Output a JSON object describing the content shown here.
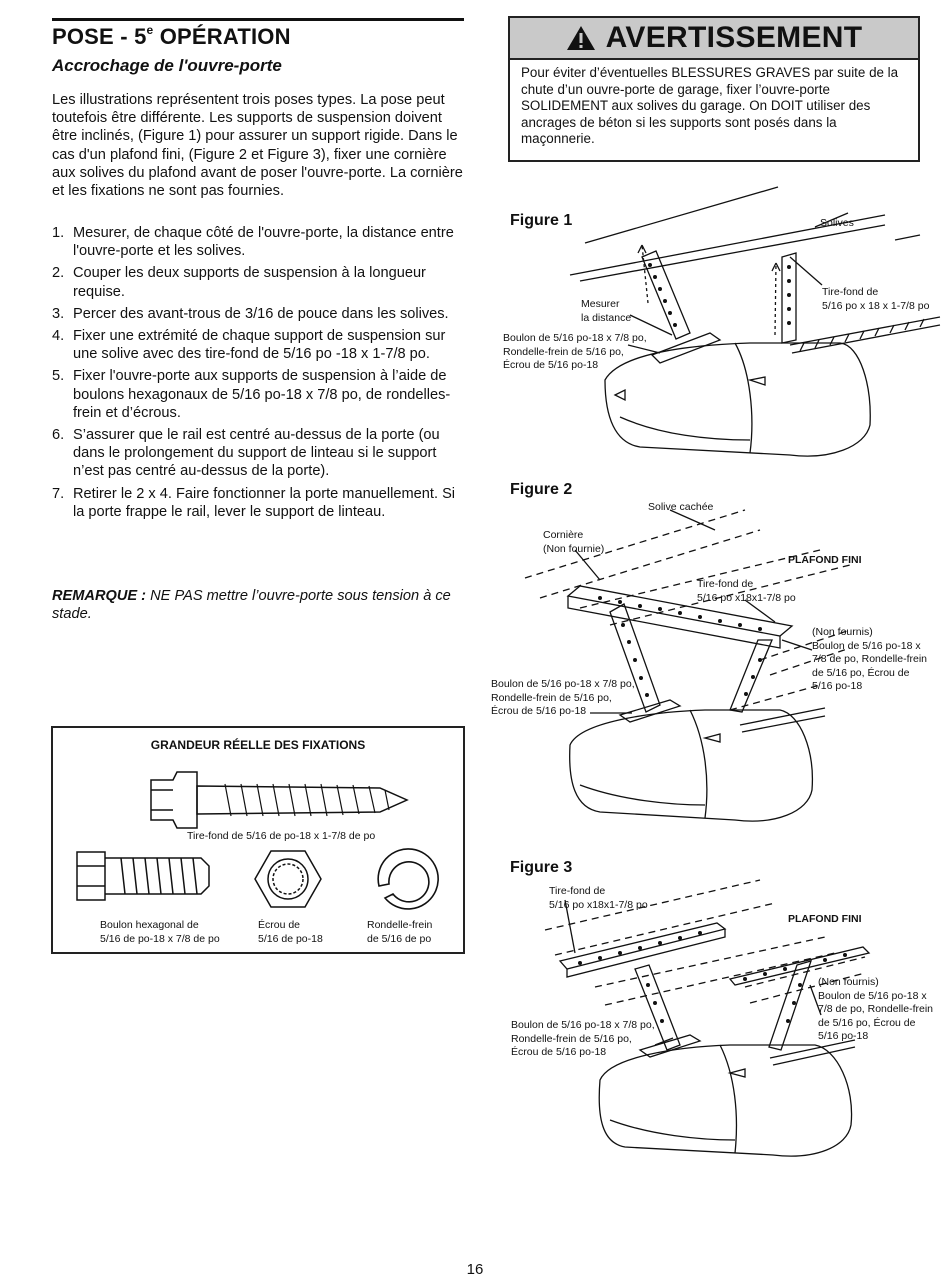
{
  "header": {
    "title_prefix": "POSE - 5",
    "title_sup": "e",
    "title_suffix": " OPÉRATION",
    "subtitle": "Accrochage de l'ouvre-porte"
  },
  "intro": "Les illustrations représentent trois poses types. La pose peut toutefois être différente. Les supports de suspension doivent être inclinés, (Figure 1) pour assurer un support rigide. Dans le cas d'un plafond fini, (Figure 2 et Figure 3), fixer une cornière aux solives du plafond avant de poser l'ouvre-porte. La cornière et les fixations ne sont pas fournies.",
  "steps": [
    {
      "num": "1.",
      "text": "Mesurer, de chaque côté de l'ouvre-porte, la distance entre l'ouvre-porte et les solives."
    },
    {
      "num": "2.",
      "text": "Couper les deux supports de suspension à la longueur requise."
    },
    {
      "num": "3.",
      "text": "Percer des avant-trous de 3/16 de pouce dans les solives."
    },
    {
      "num": "4.",
      "text": "Fixer une extrémité de chaque support de suspension sur une solive avec des tire-fond de 5/16 po -18 x 1-7/8 po."
    },
    {
      "num": "5.",
      "text": "Fixer l'ouvre-porte aux supports de suspension à l’aide de boulons hexagonaux de 5/16 po-18 x 7/8 po, de rondelles-frein et d’écrous."
    },
    {
      "num": "6.",
      "text": "S’assurer que le rail est centré au-dessus de la porte (ou dans le prolongement du support de linteau si le support n’est pas centré au-dessus de la porte)."
    },
    {
      "num": "7.",
      "text": "Retirer le 2 x 4. Faire fonctionner la porte manuellement. Si la porte frappe le rail, lever le support de linteau."
    }
  ],
  "remark": {
    "label": "REMARQUE :",
    "text": " NE PAS mettre l’ouvre-porte sous tension à ce stade."
  },
  "warning": {
    "title": "AVERTISSEMENT",
    "text": "Pour éviter d’éventuelles BLESSURES GRAVES par suite de la chute d’un ouvre-porte de garage, fixer l’ouvre-porte SOLIDEMENT aux solives du garage. On DOIT utiliser des ancrages de béton si les supports sont posés dans la maçonnerie."
  },
  "figure1": {
    "label": "Figure 1",
    "solives": "Solives",
    "tirefond": [
      "Tire-fond de",
      "5/16 po x 18 x 1-7/8 po"
    ],
    "mesurer": [
      "Mesurer",
      "la distance"
    ],
    "boulon": [
      "Boulon de 5/16 po-18 x 7/8 po,",
      "Rondelle-frein de 5/16 po,",
      "Écrou de 5/16 po-18"
    ]
  },
  "figure2": {
    "label": "Figure 2",
    "solive_cachee": "Solive cachée",
    "corniere": [
      "Cornière",
      "(Non fournie)"
    ],
    "plafond": "PLAFOND FINI",
    "tirefond": [
      "Tire-fond de",
      "5/16 po x18x1-7/8 po"
    ],
    "non_fournis": [
      "(Non fournis)",
      "Boulon de 5/16 po-18 x",
      "7/8 de po, Rondelle-frein",
      "de 5/16 po, Écrou de",
      "5/16 po-18"
    ],
    "boulon": [
      "Boulon de 5/16 po-18 x 7/8 po,",
      "Rondelle-frein de 5/16 po,",
      "Écrou de 5/16 po-18"
    ]
  },
  "figure3": {
    "label": "Figure 3",
    "tirefond": [
      "Tire-fond de",
      "5/16 po x18x1-7/8 po"
    ],
    "plafond": "PLAFOND FINI",
    "non_fournis": [
      "(Non fournis)",
      "Boulon de 5/16 po-18 x",
      "7/8 de po, Rondelle-frein",
      "de 5/16 po, Écrou de",
      "5/16 po-18"
    ],
    "boulon": [
      "Boulon de 5/16 po-18 x 7/8 po,",
      "Rondelle-frein de 5/16 po,",
      "Écrou de 5/16 po-18"
    ]
  },
  "fasteners": {
    "title": "GRANDEUR RÉELLE DES FIXATIONS",
    "lag": "Tire-fond de 5/16 de po-18 x 1-7/8 de po",
    "hex_bolt": [
      "Boulon hexagonal de",
      "5/16 de po-18 x 7/8 de po"
    ],
    "nut": [
      "Écrou de",
      "5/16 de po-18"
    ],
    "washer": [
      "Rondelle-frein",
      "de 5/16 de po"
    ]
  },
  "page_number": "16"
}
